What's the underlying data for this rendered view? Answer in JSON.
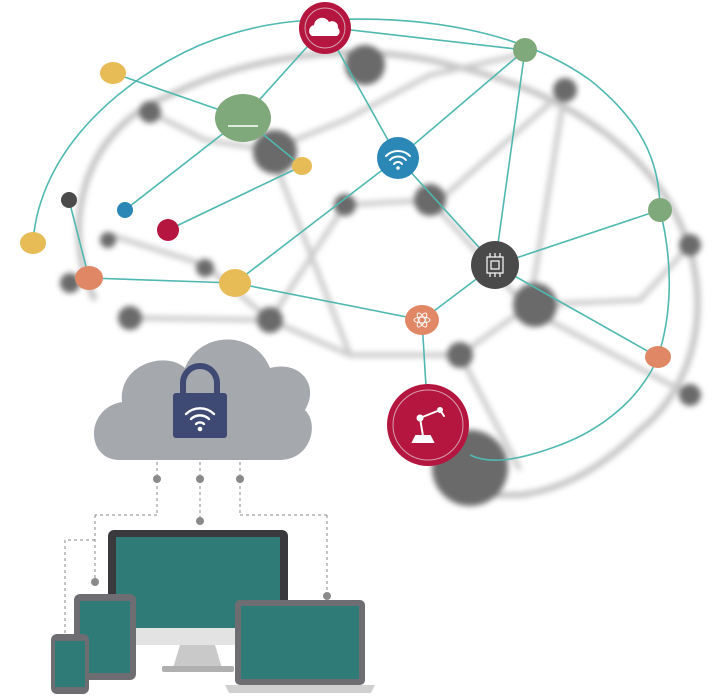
{
  "illustration": {
    "subject": "iot-brain-network",
    "colors": {
      "brain_outline": "#b8b8b8",
      "shadow_node": "#555555",
      "network_line": "#4fb8b0",
      "magenta": "#b5163f",
      "blue": "#2a87b6",
      "green": "#7fa97a",
      "dark_gray": "#4a4a4a",
      "gold": "#e7bb56",
      "salmon": "#e08866",
      "device_screen": "#2f7b78",
      "device_frame": "#6e6e72",
      "cloud": "#a5a8ad",
      "lock_body": "#3f4a74"
    },
    "icons": [
      "cloud-icon",
      "wifi-icon",
      "chip-icon",
      "robot-arm-icon",
      "lock-icon",
      "atom-icon"
    ],
    "devices": [
      "desktop-monitor",
      "tablet",
      "smartphone",
      "laptop"
    ]
  }
}
